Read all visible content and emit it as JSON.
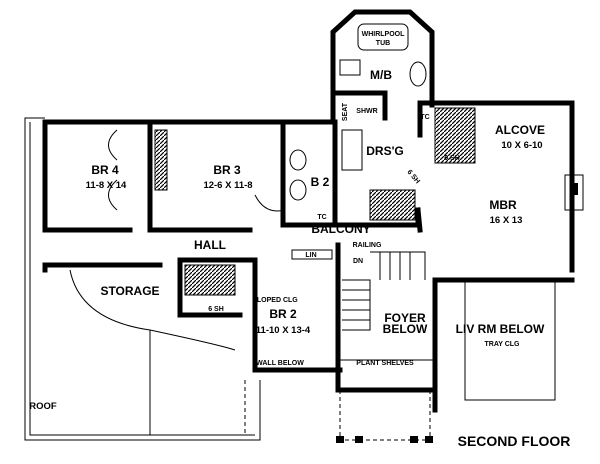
{
  "plan_title": "SECOND FLOOR",
  "rooms": {
    "whirlpool": "WHIRLPOOL",
    "tub": "TUB",
    "master_bath": "M/B",
    "seat": "SEAT",
    "shower": "SHWR",
    "tc_master": "TC",
    "dressing": "DRS'G",
    "alcove": "ALCOVE",
    "alcove_size": "10 X 6-10",
    "shelf_1": "6 SH",
    "shelf_2": "6 SH",
    "mbr": "MBR",
    "mbr_size": "16 X 13",
    "br4": "BR 4",
    "br4_size": "11-8 X 14",
    "br3": "BR 3",
    "br3_size": "12-6 X 11-8",
    "b2": "B 2",
    "tc_b2": "TC",
    "balcony": "BALCONY",
    "hall": "HALL",
    "railing": "RAILING",
    "linen": "LIN",
    "down": "DN",
    "storage": "STORAGE",
    "sloped_ceiling": "SLOPED CLG",
    "shelf_3": "6 SH",
    "br2": "BR 2",
    "br2_size": "11-10 X 13-4",
    "foyer_1": "FOYER",
    "foyer_2": "BELOW",
    "living": "LIV RM BELOW",
    "tray": "TRAY CLG",
    "wall_below": "WALL BELOW",
    "plant_shelves": "PLANT SHELVES",
    "roof": "ROOF"
  }
}
